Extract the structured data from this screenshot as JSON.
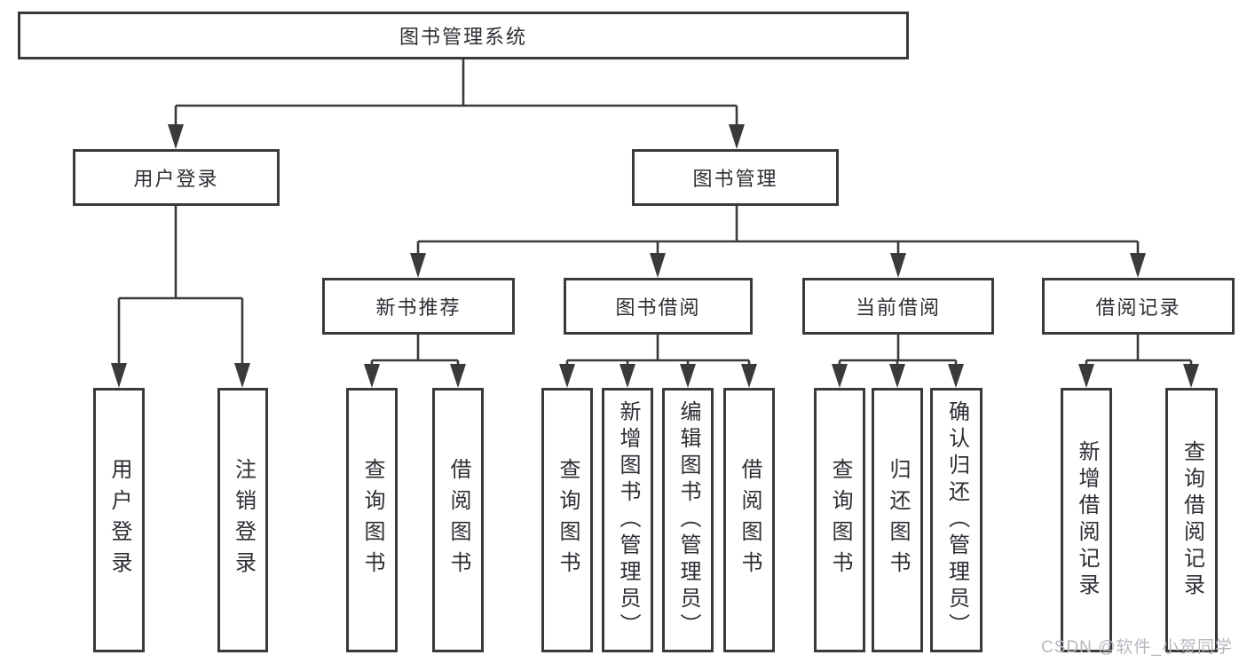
{
  "tree": {
    "root": "图书管理系统",
    "branches": [
      {
        "label": "用户登录",
        "leaves": [
          "用户登录",
          "注销登录"
        ]
      },
      {
        "label": "图书管理",
        "groups": [
          {
            "label": "新书推荐",
            "leaves": [
              "查询图书",
              "借阅图书"
            ]
          },
          {
            "label": "图书借阅",
            "leaves": [
              "查询图书",
              "新增图书（管理员）",
              "编辑图书（管理员）",
              "借阅图书"
            ]
          },
          {
            "label": "当前借阅",
            "leaves": [
              "查询图书",
              "归还图书",
              "确认归还（管理员）"
            ]
          },
          {
            "label": "借阅记录",
            "leaves": [
              "新增借阅记录",
              "查询借阅记录"
            ]
          }
        ]
      }
    ]
  },
  "watermark": "CSDN @软件_小贺同学",
  "colors": {
    "line": "#3a3a3a",
    "text": "#2b2e33",
    "watermark": "#b5b9bf",
    "background": "#ffffff"
  }
}
